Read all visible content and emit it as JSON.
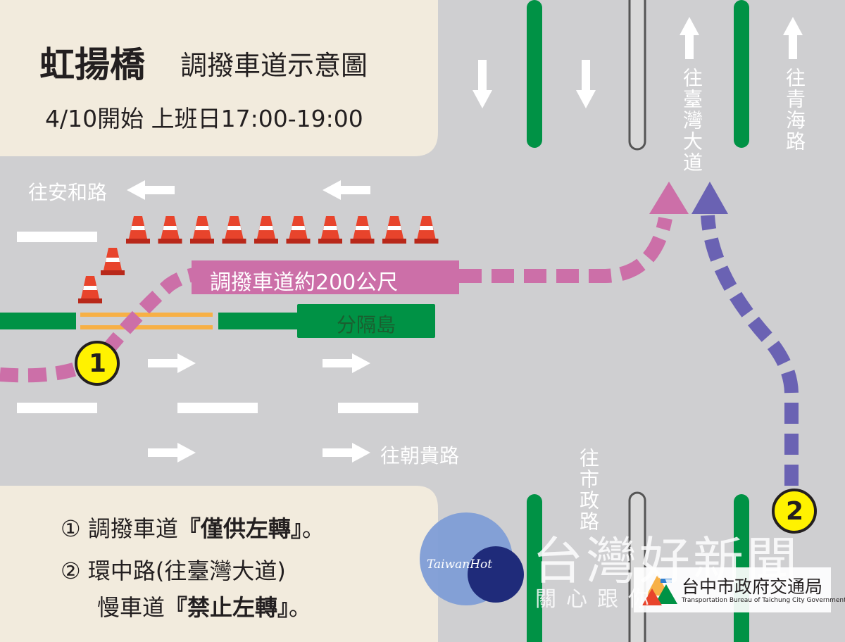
{
  "title": {
    "main": "虹揚橋",
    "sub": "調撥車道示意圖",
    "schedule": "4/10開始 上班日17:00-19:00"
  },
  "roads": {
    "anhe": "往安和路",
    "chaogui": "往朝貴路",
    "taiwan_blvd": "往臺灣大道",
    "qinghai": "往青海路",
    "shizheng": "往市政路"
  },
  "labels": {
    "reversible_lane": "調撥車道約200公尺",
    "median": "分隔島",
    "marker_1": "1",
    "marker_2": "2"
  },
  "notes": [
    {
      "num": "①",
      "text": "調撥車道",
      "bold": "『僅供左轉』",
      "tail": "。"
    },
    {
      "num": "②",
      "text": "環中路(往臺灣大道)",
      "line2": "慢車道",
      "bold": "『禁止左轉』",
      "tail": "。"
    }
  ],
  "watermark": {
    "logo_text": "TaiwanHot",
    "headline": "台灣好新聞",
    "slogan": "關心跟你",
    "agency": "台中市政府交通局",
    "agency_en": "Transportation Bureau of Taichung City Government"
  },
  "colors": {
    "road": "#cfcfd1",
    "panel": "#f2ebdd",
    "green": "#009245",
    "pink": "#cc6fa8",
    "purple": "#6a62b3",
    "yellow": "#fff200",
    "orange": "#f7b046",
    "cone": "#e8442c",
    "divider": "#cccccc"
  }
}
